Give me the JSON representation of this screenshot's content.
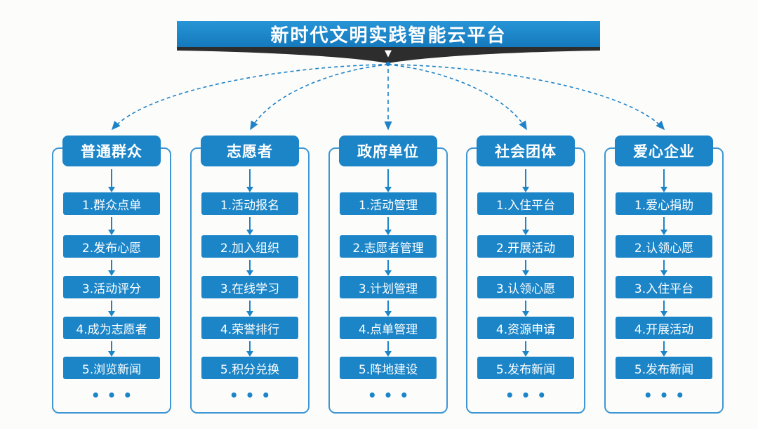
{
  "title_banner": {
    "title": "新时代文明实践智能云平台"
  },
  "icons": {
    "chevron_down": "▼",
    "ellipsis": "•••"
  },
  "colors": {
    "primary_blue": "#1b85c8",
    "outline_blue": "#3e97d2",
    "dashed_connector_blue": "#1e82c6",
    "banner_dark": "#2d2d2d",
    "background": "#fcfcfb",
    "text_white": "#ffffff"
  },
  "columns": [
    {
      "header": "普通群众",
      "steps": [
        "1.群众点单",
        "2.发布心愿",
        "3.活动评分",
        "4.成为志愿者",
        "5.浏览新闻"
      ]
    },
    {
      "header": "志愿者",
      "steps": [
        "1.活动报名",
        "2.加入组织",
        "3.在线学习",
        "4.荣誉排行",
        "5.积分兑换"
      ]
    },
    {
      "header": "政府单位",
      "steps": [
        "1.活动管理",
        "2.志愿者管理",
        "3.计划管理",
        "4.点单管理",
        "5.阵地建设"
      ]
    },
    {
      "header": "社会团体",
      "steps": [
        "1.入住平台",
        "2.开展活动",
        "3.认领心愿",
        "4.资源申请",
        "5.发布新闻"
      ]
    },
    {
      "header": "爱心企业",
      "steps": [
        "1.爱心捐助",
        "2.认领心愿",
        "3.入住平台",
        "4.开展活动",
        "5.发布新闻"
      ]
    }
  ]
}
